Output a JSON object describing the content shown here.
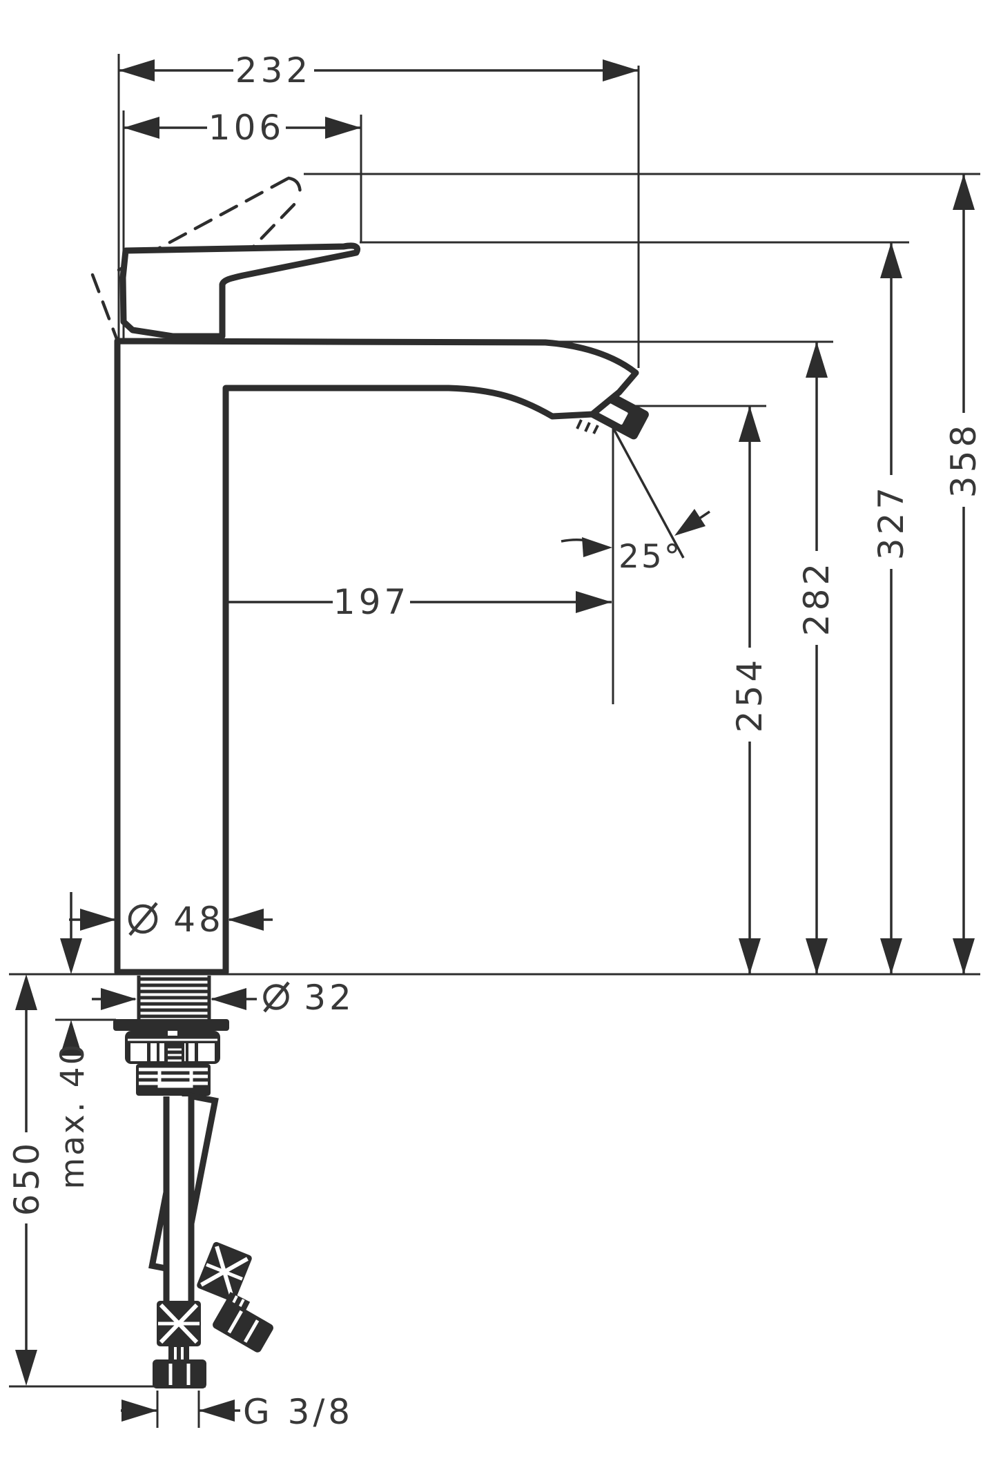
{
  "drawing": {
    "type": "technical-dimension-diagram",
    "subject": "tall single-lever basin mixer tap with supply hoses",
    "background_color": "#ffffff",
    "line_color": "#2d2d2d",
    "dimensions": {
      "overall_projection": "232",
      "handle_length": "106",
      "spout_reach": "197",
      "spray_angle": "25°",
      "height_aerator": "254",
      "height_spout_top": "282",
      "height_handle": "327",
      "height_handle_raised": "358",
      "body_diameter": "48",
      "shank_diameter": "32",
      "max_mounting_thickness": "max. 40",
      "hose_length": "650",
      "connection_thread": "G 3/8"
    },
    "icons": {
      "diameter_symbol": "slashed-circle"
    }
  }
}
